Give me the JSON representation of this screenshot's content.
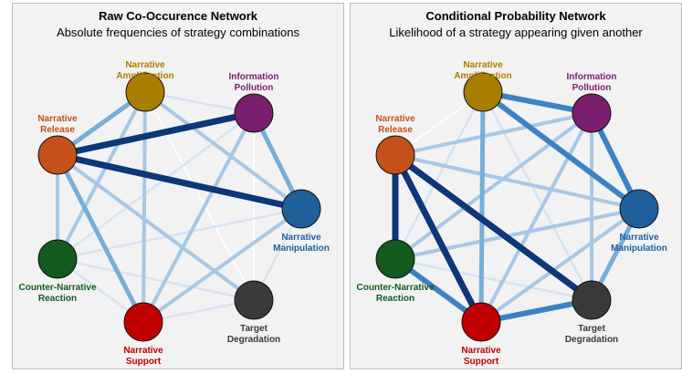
{
  "colors": {
    "amplification": "#a87e00",
    "pollution": "#7a1f6e",
    "release": "#c4501a",
    "manipulation": "#1f5f9c",
    "counter": "#125a1e",
    "support": "#c00000",
    "degradation": "#3a3a3a"
  },
  "node_labels": {
    "amplification": [
      "Narrative",
      "Amplification"
    ],
    "pollution": [
      "Information",
      "Pollution"
    ],
    "release": [
      "Narrative",
      "Release"
    ],
    "manipulation": [
      "Narrative",
      "Manipulation"
    ],
    "counter": [
      "Counter-Narrative",
      "Reaction"
    ],
    "support": [
      "Narrative",
      "Support"
    ],
    "degradation": [
      "Target",
      "Degradation"
    ]
  },
  "panels": [
    {
      "title": "Raw Co-Occurence Network",
      "subtitle": "Absolute frequencies of strategy combinations",
      "edges": [
        [
          "release",
          "pollution",
          5
        ],
        [
          "release",
          "manipulation",
          5
        ],
        [
          "release",
          "amplification",
          3
        ],
        [
          "release",
          "support",
          3
        ],
        [
          "release",
          "counter",
          2
        ],
        [
          "release",
          "degradation",
          2
        ],
        [
          "pollution",
          "manipulation",
          3
        ],
        [
          "pollution",
          "support",
          2
        ],
        [
          "pollution",
          "counter",
          1
        ],
        [
          "pollution",
          "amplification",
          1
        ],
        [
          "amplification",
          "manipulation",
          2
        ],
        [
          "amplification",
          "support",
          2
        ],
        [
          "amplification",
          "counter",
          2
        ],
        [
          "amplification",
          "degradation",
          0
        ],
        [
          "manipulation",
          "support",
          2
        ],
        [
          "manipulation",
          "counter",
          1
        ],
        [
          "manipulation",
          "degradation",
          1
        ],
        [
          "counter",
          "support",
          1
        ],
        [
          "counter",
          "degradation",
          1
        ],
        [
          "support",
          "degradation",
          1
        ],
        [
          "pollution",
          "degradation",
          0
        ]
      ]
    },
    {
      "title": "Conditional Probability Network",
      "subtitle": "Likelihood of a strategy appearing given another",
      "edges": [
        [
          "release",
          "counter",
          5
        ],
        [
          "release",
          "support",
          5
        ],
        [
          "release",
          "degradation",
          5
        ],
        [
          "release",
          "pollution",
          2
        ],
        [
          "release",
          "manipulation",
          2
        ],
        [
          "release",
          "amplification",
          0
        ],
        [
          "amplification",
          "pollution",
          4
        ],
        [
          "amplification",
          "manipulation",
          4
        ],
        [
          "amplification",
          "support",
          3
        ],
        [
          "amplification",
          "counter",
          1
        ],
        [
          "amplification",
          "degradation",
          1
        ],
        [
          "pollution",
          "manipulation",
          4
        ],
        [
          "pollution",
          "counter",
          2
        ],
        [
          "pollution",
          "support",
          2
        ],
        [
          "pollution",
          "degradation",
          2
        ],
        [
          "manipulation",
          "counter",
          2
        ],
        [
          "manipulation",
          "support",
          2
        ],
        [
          "manipulation",
          "degradation",
          3
        ],
        [
          "counter",
          "support",
          4
        ],
        [
          "counter",
          "degradation",
          1
        ],
        [
          "support",
          "degradation",
          4
        ]
      ]
    }
  ]
}
